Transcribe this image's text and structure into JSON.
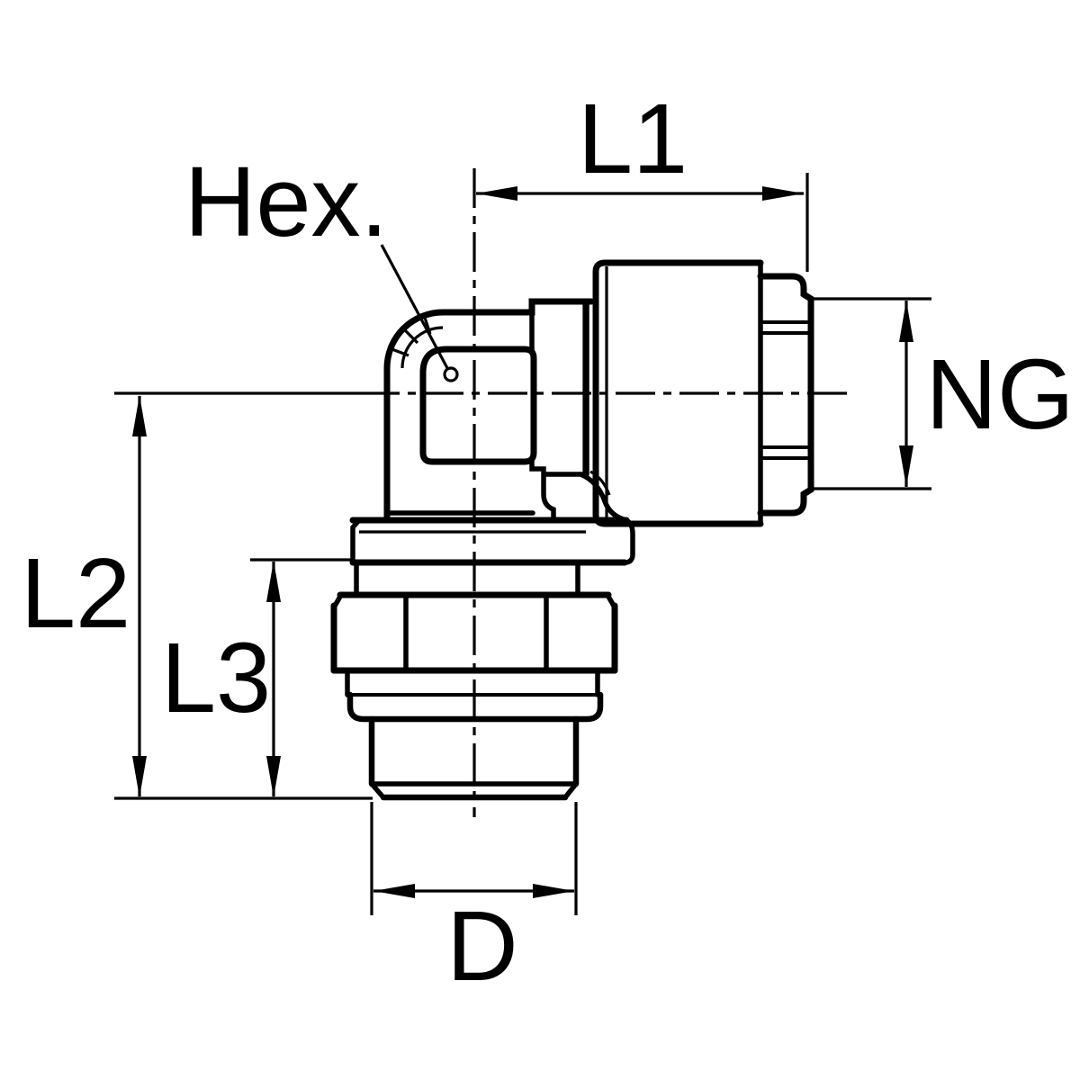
{
  "drawing": {
    "labels": {
      "hex": "Hex.",
      "l1": "L1",
      "ng": "NG",
      "l2": "L2",
      "l3": "L3",
      "d": "D"
    },
    "colors": {
      "ink": "#000000",
      "background": "#ffffff"
    }
  }
}
